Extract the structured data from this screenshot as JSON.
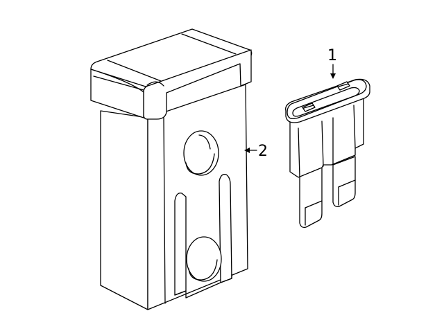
{
  "diagram": {
    "callouts": [
      {
        "id": "1",
        "label": "1",
        "part": "mini-fuse"
      },
      {
        "id": "2",
        "label": "2",
        "part": "cartridge-fuse"
      }
    ],
    "colors": {
      "line": "#000000",
      "background": "#ffffff"
    }
  }
}
